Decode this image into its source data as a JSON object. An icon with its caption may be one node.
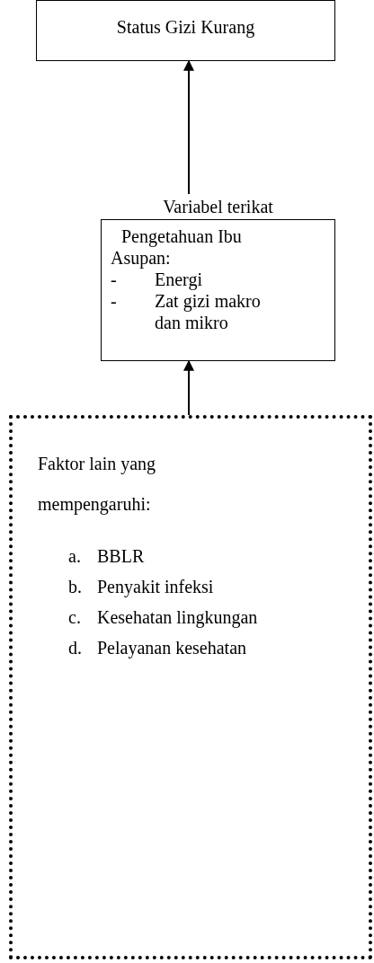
{
  "diagram": {
    "nodes": [
      {
        "text": [
          "Status Gizi Kurang"
        ]
      },
      {
        "text": [
          "Variabel terikat",
          "Pengetahuan Ibu",
          "Asupan:",
          "- Energi",
          "- Zat gizi makro dan mikro"
        ]
      },
      {
        "text": [
          "Faktor lain yang mempengaruhi:",
          "a. BBLR",
          "b. Penyakit infeksi",
          "c. Kesehatan lingkungan",
          "d. Pelayanan kesehatan"
        ]
      }
    ],
    "edges": [
      {
        "from": 1,
        "to": 0,
        "arrow": "to"
      },
      {
        "from": 2,
        "to": 1,
        "arrow": "to"
      }
    ]
  }
}
